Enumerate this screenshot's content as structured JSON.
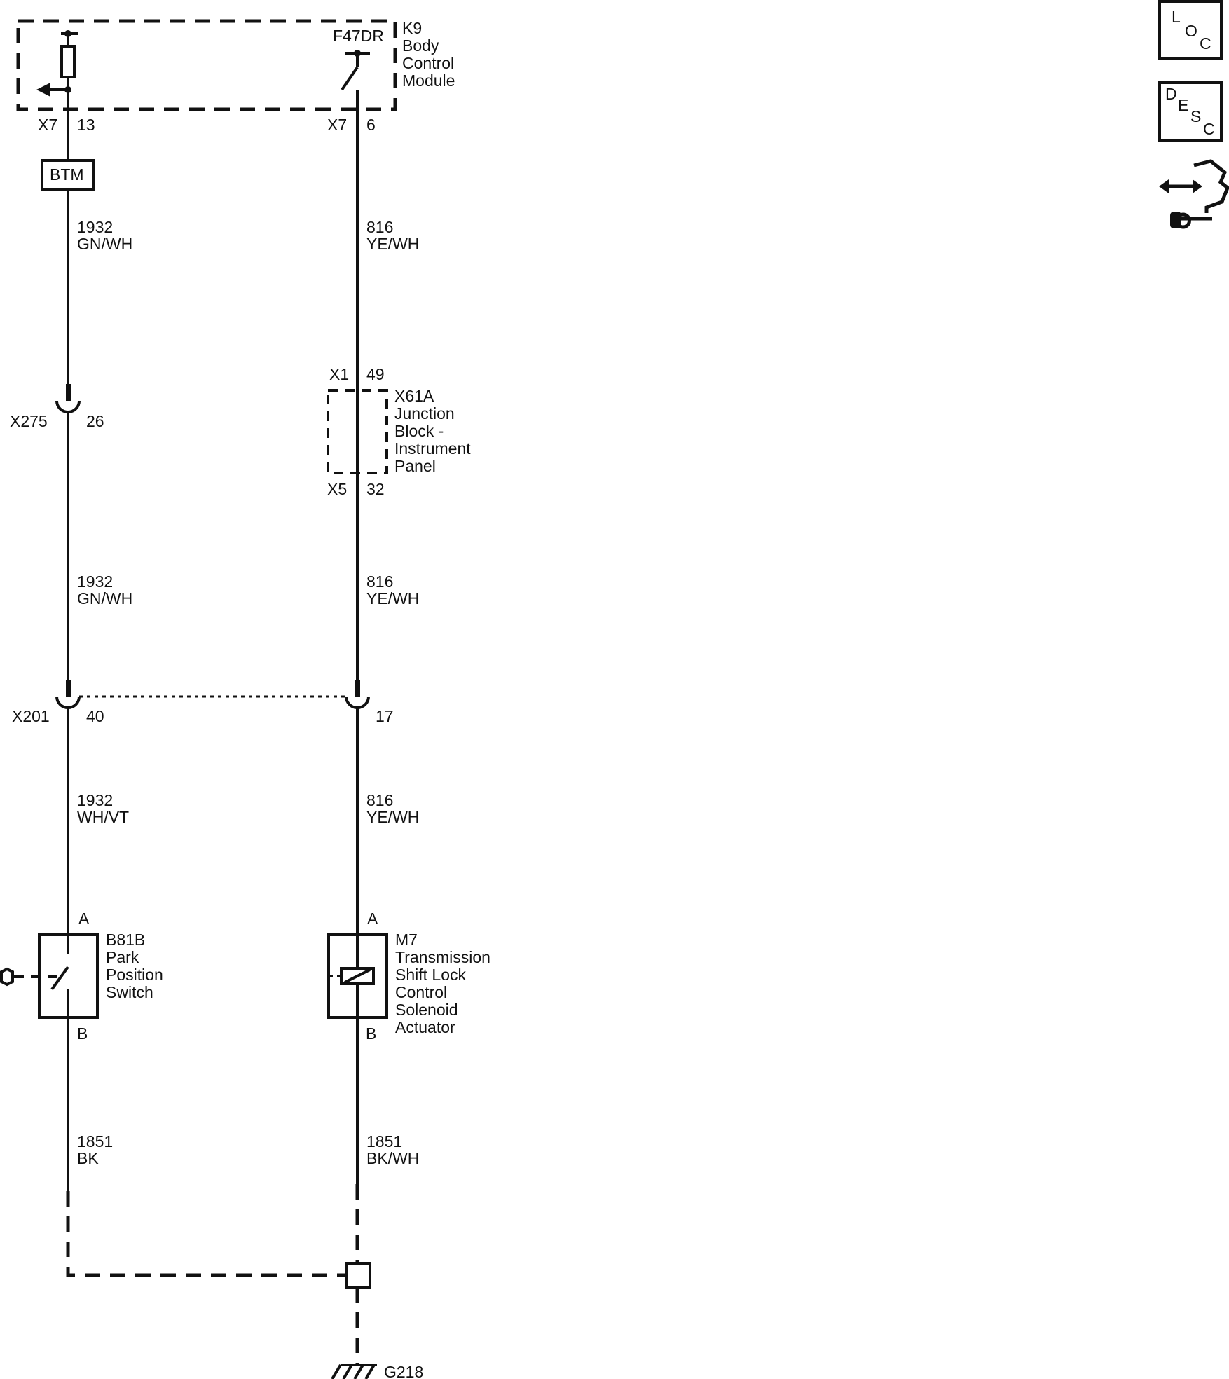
{
  "modules": {
    "k9": {
      "id": "K9",
      "name_lines": [
        "Body",
        "Control",
        "Module"
      ],
      "fuse": "F47DR"
    },
    "x61a": {
      "id": "X61A",
      "name_lines": [
        "Junction",
        "Block -",
        "Instrument",
        "Panel"
      ]
    },
    "b81b": {
      "id": "B81B",
      "name_lines": [
        "Park",
        "Position",
        "Switch"
      ],
      "pin_top": "A",
      "pin_bottom": "B"
    },
    "m7": {
      "id": "M7",
      "name_lines": [
        "Transmission",
        "Shift Lock",
        "Control",
        "Solenoid",
        "Actuator"
      ],
      "pin_top": "A",
      "pin_bottom": "B"
    }
  },
  "connectors": {
    "k9_left": {
      "conn": "X7",
      "pin": "13"
    },
    "k9_right": {
      "conn": "X7",
      "pin": "6"
    },
    "x61a_top": {
      "conn": "X1",
      "pin": "49"
    },
    "x61a_bottom": {
      "conn": "X5",
      "pin": "32"
    },
    "x275": {
      "conn": "X275",
      "pin": "26"
    },
    "x201": {
      "conn": "X201",
      "pin_left": "40",
      "pin_right": "17"
    }
  },
  "btm_label": "BTM",
  "wires": {
    "w1": {
      "circuit": "1932",
      "color": "GN/WH"
    },
    "w2": {
      "circuit": "1932",
      "color": "GN/WH"
    },
    "w3": {
      "circuit": "1932",
      "color": "WH/VT"
    },
    "w4": {
      "circuit": "1851",
      "color": "BK"
    },
    "w5": {
      "circuit": "816",
      "color": "YE/WH"
    },
    "w6": {
      "circuit": "816",
      "color": "YE/WH"
    },
    "w7": {
      "circuit": "816",
      "color": "YE/WH"
    },
    "w8": {
      "circuit": "1851",
      "color": "BK/WH"
    }
  },
  "ground": {
    "id": "G218"
  },
  "side_buttons": {
    "loc": {
      "letters": [
        "L",
        "O",
        "C"
      ]
    },
    "desc": {
      "letters": [
        "D",
        "E",
        "S",
        "C"
      ]
    },
    "tools_icon": "connector-repair-icon"
  }
}
